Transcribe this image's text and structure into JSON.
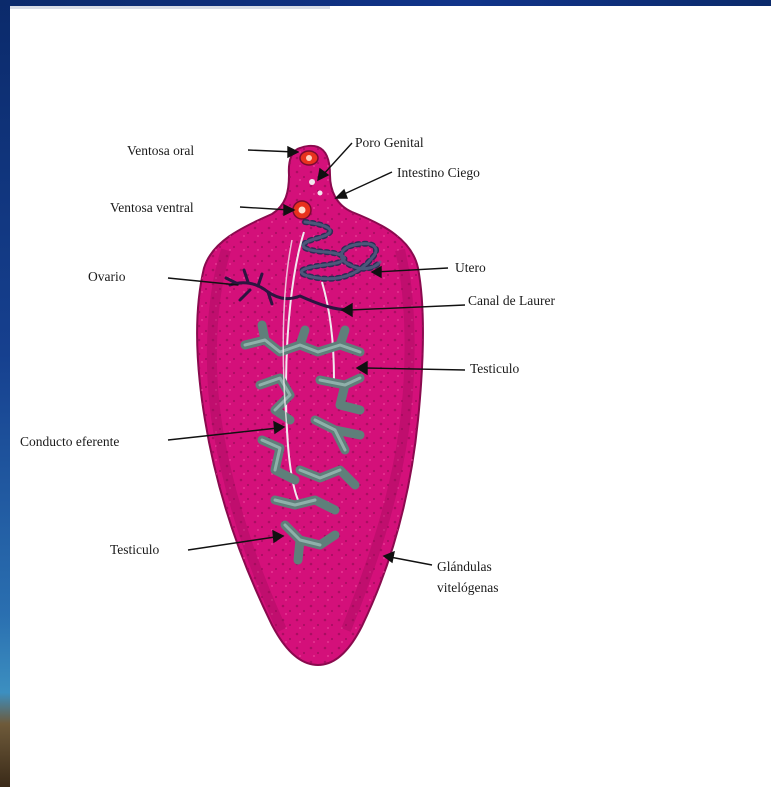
{
  "labels": {
    "ventosa_oral": "Ventosa oral",
    "poro_genital": "Poro Genital",
    "intestino_ciego": "Intestino Ciego",
    "ventosa_ventral": "Ventosa ventral",
    "utero": "Utero",
    "ovario": "Ovario",
    "canal_laurer": "Canal de Laurer",
    "testiculo_1": "Testiculo",
    "conducto_eferente": "Conducto eferente",
    "testiculo_2": "Testiculo",
    "glandulas_line1": "Glándulas",
    "glandulas_line2": "vitelógenas"
  },
  "colors": {
    "body_fill": "#d4107a",
    "body_outline": "#8a0a4e",
    "testis_fill": "#5f7f7a",
    "duct": "#f2e8ef",
    "sucker": "#e8321e",
    "frame": "#0b2a6b"
  }
}
